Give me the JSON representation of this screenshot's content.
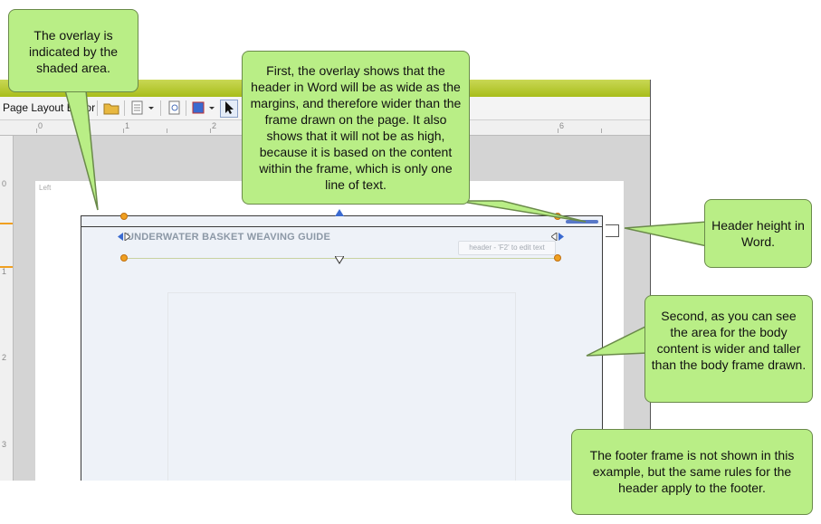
{
  "toolbar": {
    "label": "Page Layout Editor"
  },
  "ruler": {
    "h_numbers": [
      "0",
      "1",
      "2",
      "6"
    ],
    "v_numbers": [
      "0",
      "1",
      "2",
      "3"
    ]
  },
  "page": {
    "left_label": "Left",
    "header_text": "UNDERWATER BASKET WEAVING GUIDE",
    "edit_hint": "header - 'F2' to edit text"
  },
  "callouts": {
    "overlay": "The overlay is indicated by the shaded area.",
    "header_width": "First, the overlay shows that the header in Word will be as wide as the margins, and therefore wider than the frame drawn on the page. It also shows that it will not be as high, because it is based on the content within the frame, which is only one line of text.",
    "header_height": "Header height in Word.",
    "body": "Second, as you can see the area for the body content is wider and taller than the body frame drawn.",
    "footer": "The footer frame is not shown in this example, but the same rules for the header apply to the footer."
  },
  "colors": {
    "callout_fill": "#b9ee86",
    "title_bar": "#a8bd1a",
    "overlay": "#eef2f8",
    "handle": "#f0a020"
  }
}
